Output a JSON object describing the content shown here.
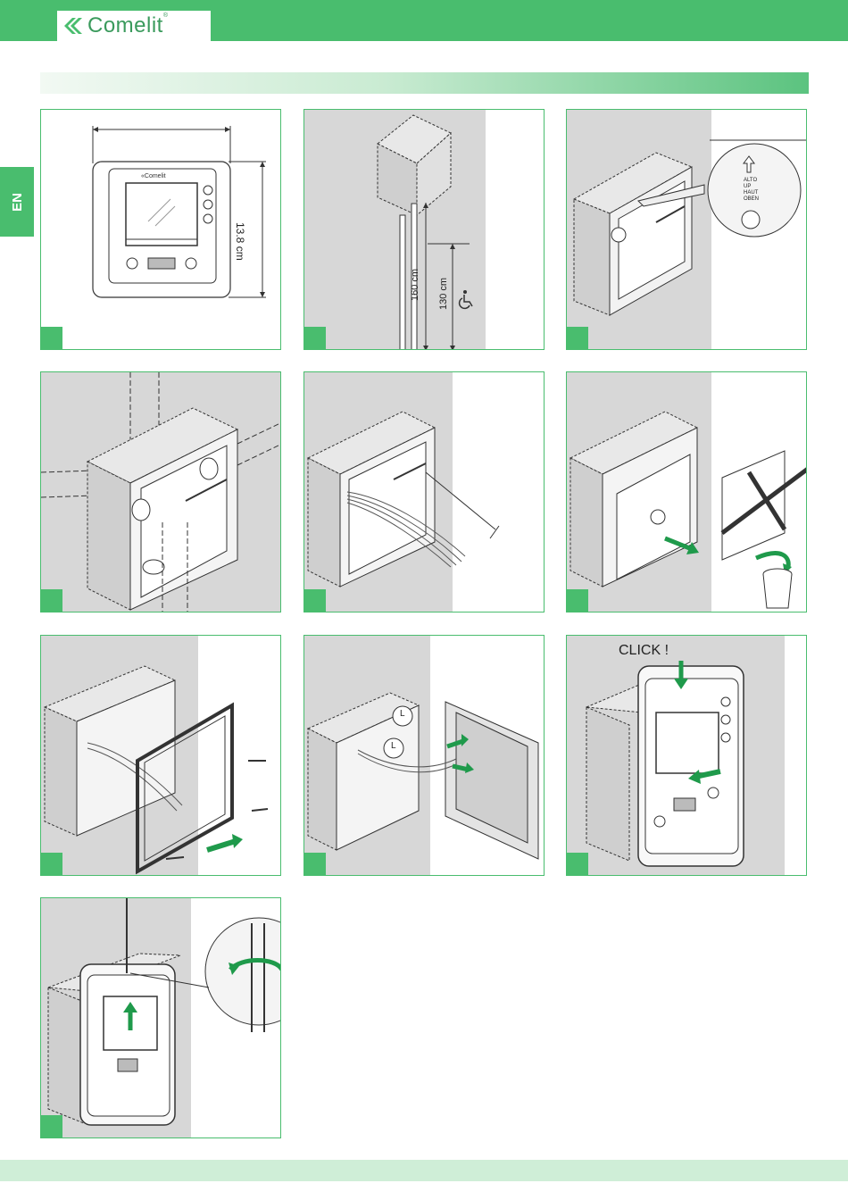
{
  "header": {
    "brand": "Comelit",
    "brand_mark": "®"
  },
  "sidebar": {
    "language_tab": "EN"
  },
  "steps": [
    {
      "dimension_label": "13.8 cm"
    },
    {
      "height_label_1": "160 cm",
      "height_label_2": "130 cm",
      "accessibility_icon": "wheelchair-icon"
    },
    {
      "orientation_labels": [
        "ALTO",
        "UP",
        "HAUT",
        "OBEN"
      ]
    },
    {},
    {},
    {},
    {},
    {
      "connector_labels": [
        "L",
        "L"
      ]
    },
    {
      "callout": "CLICK !"
    },
    {}
  ],
  "colors": {
    "brand_green": "#49bd6e",
    "panel_grey": "#d7d7d7",
    "arrow_green": "#1f9a4b"
  }
}
